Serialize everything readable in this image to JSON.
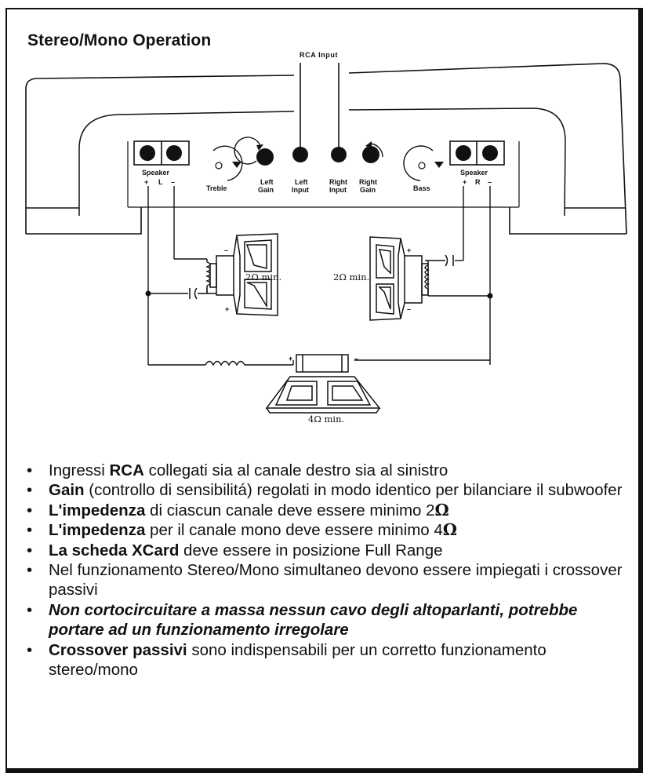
{
  "title": "Stereo/Mono Operation",
  "diagram": {
    "rca_input": "RCA Input",
    "speaker_left": "Speaker",
    "speaker_right": "Speaker",
    "plus": "+",
    "minus": "–",
    "L": "L",
    "R": "R",
    "treble": "Treble",
    "left_gain": [
      "Left",
      "Gain"
    ],
    "left_input": [
      "Left",
      "Input"
    ],
    "right_input": [
      "Right",
      "Input"
    ],
    "right_gain": [
      "Right",
      "Gain"
    ],
    "bass": "Bass",
    "imp_left": "2Ω min.",
    "imp_right": "2Ω min.",
    "imp_sub": "4Ω min."
  },
  "bullets": [
    {
      "pre": "Ingressi ",
      "bold": "RCA",
      "post": " collegati sia al canale destro sia al sinistro"
    },
    {
      "pre": "",
      "bold": "Gain",
      "post": " (controllo di sensibilitá) regolati in modo identico per bilanciare il subwoofer"
    },
    {
      "pre": "",
      "bold": "L'impedenza",
      "post": " di ciascun canale deve essere minimo 2",
      "sym": "Ω"
    },
    {
      "pre": "",
      "bold": "L'impedenza",
      "post": " per il canale mono deve essere minimo 4",
      "sym": "Ω"
    },
    {
      "pre": "",
      "bold": "La scheda XCard",
      "post": " deve essere in posizione Full Range"
    },
    {
      "pre": "",
      "bold": "",
      "post": "Nel funzionamento Stereo/Mono simultaneo devono essere impiegati i crossover passivi"
    },
    {
      "pre": "",
      "italic": "Non cortocircuitare a massa nessun cavo degli altoparlanti, potrebbe portare ad un funzionamento irregolare"
    },
    {
      "pre": "",
      "bold": "Crossover passivi",
      "post": " sono indispensabili per un corretto funzionamento stereo/mono"
    }
  ],
  "bullet_symbol": "•"
}
